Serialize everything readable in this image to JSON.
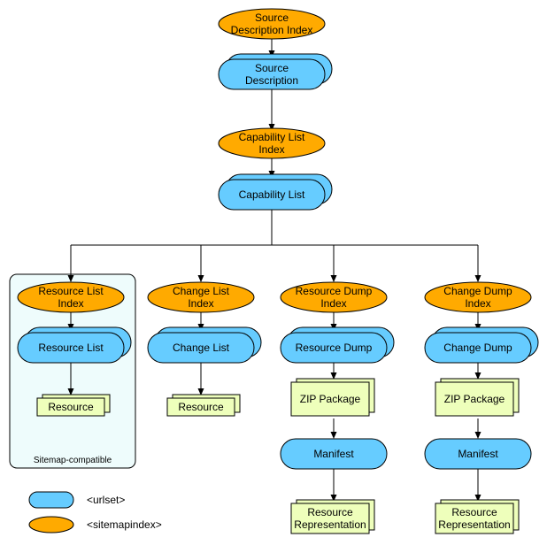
{
  "colors": {
    "urlset": "#66ccff",
    "sitemapindex": "#ffaa00",
    "document": "#eeffbb",
    "group_box": "#eefcfc",
    "stroke": "#000000"
  },
  "nodes": {
    "source_description_index": [
      "Source",
      "Description Index"
    ],
    "source_description": [
      "Source",
      "Description"
    ],
    "capability_list_index": [
      "Capability List",
      "Index"
    ],
    "capability_list": [
      "Capability List"
    ],
    "resource_list_index": [
      "Resource List",
      "Index"
    ],
    "resource_list": [
      "Resource List"
    ],
    "resource_1": [
      "Resource"
    ],
    "change_list_index": [
      "Change List",
      "Index"
    ],
    "change_list": [
      "Change List"
    ],
    "resource_2": [
      "Resource"
    ],
    "resource_dump_index": [
      "Resource Dump",
      "Index"
    ],
    "resource_dump": [
      "Resource Dump"
    ],
    "zip_package_1": [
      "ZIP Package"
    ],
    "manifest_1": [
      "Manifest"
    ],
    "resource_representation_1": [
      "Resource",
      "Representation"
    ],
    "change_dump_index": [
      "Change Dump",
      "Index"
    ],
    "change_dump": [
      "Change Dump"
    ],
    "zip_package_2": [
      "ZIP Package"
    ],
    "manifest_2": [
      "Manifest"
    ],
    "resource_representation_2": [
      "Resource",
      "Representation"
    ]
  },
  "group_label": "Sitemap-compatible",
  "legend": {
    "urlset": "<urlset>",
    "sitemapindex": "<sitemapindex>"
  }
}
